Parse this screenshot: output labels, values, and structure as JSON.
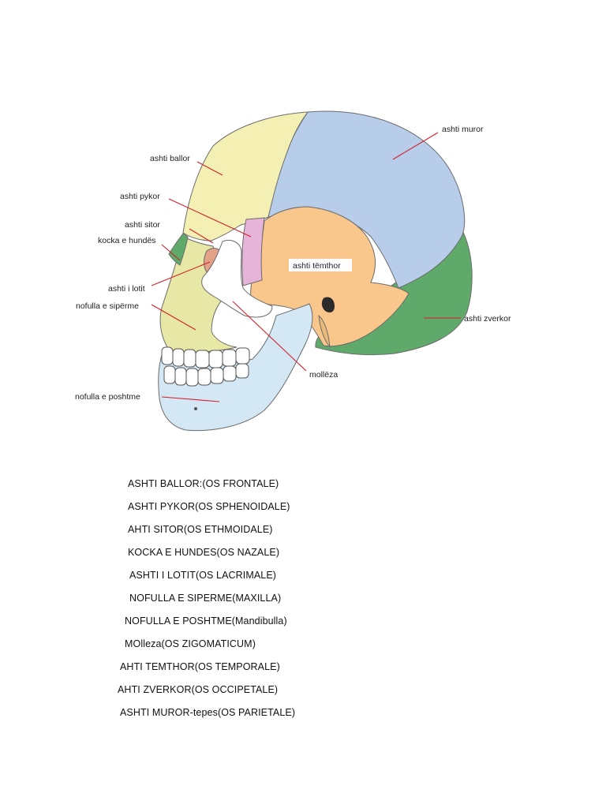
{
  "diagram": {
    "labels": {
      "ashti_muror": "ashti muror",
      "ashti_ballor": "ashti ballor",
      "ashti_pykor": "ashti pykor",
      "ashti_sitor": "ashti sitor",
      "kocka_e_hundes": "kocka e hundës",
      "ashti_i_lotit": "ashti i lotit",
      "nofulla_e_siperme": "nofulla e sipërme",
      "ashti_temthor": "ashti tëmthor",
      "ashti_zverkor": "ashti zverkor",
      "molleza": "mollëza",
      "nofulla_e_poshtme": "nofulla e poshtme"
    },
    "colors": {
      "frontal": "#f4f0b4",
      "parietal": "#b7cdea",
      "temporal": "#f9c68c",
      "occipital": "#5faa6a",
      "sphenoid": "#e6b4d8",
      "zygomatic": "#ffffff",
      "maxilla": "#e8e8a6",
      "mandible": "#d3e8f4",
      "nasal": "#5faa6a",
      "ethmoid": "#e3a187",
      "leader_line": "#d3202a"
    }
  },
  "legend": {
    "items": [
      "ASHTI BALLOR:(OS FRONTALE)",
      "ASHTI PYKOR(OS SPHENOIDALE)",
      "AHTI SITOR(OS ETHMOIDALE)",
      "KOCKA E HUNDES(OS NAZALE)",
      "ASHTI I LOTIT(OS LACRIMALE)",
      "NOFULLA E SIPERME(MAXILLA)",
      "NOFULLA E POSHTME(Mandibulla)",
      "MOlleza(OS ZIGOMATICUM)",
      "AHTI TEMTHOR(OS TEMPORALE)",
      "AHTI ZVERKOR(OS OCCIPETALE)",
      "ASHTI MUROR-tepes(OS PARIETALE)"
    ]
  }
}
